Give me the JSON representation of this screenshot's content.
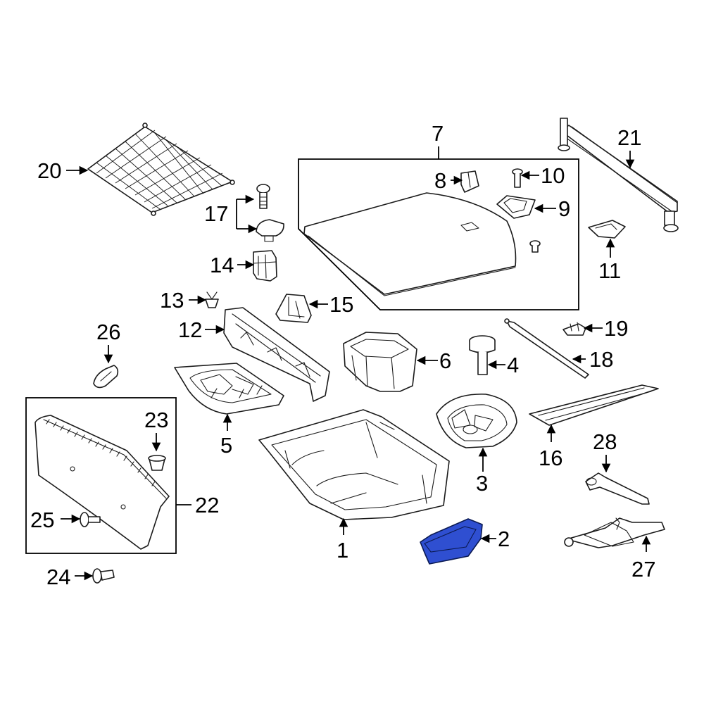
{
  "highlight_color": "#2f4fd1",
  "callouts": [
    "1",
    "2",
    "3",
    "4",
    "5",
    "6",
    "7",
    "8",
    "9",
    "10",
    "11",
    "12",
    "13",
    "14",
    "15",
    "16",
    "17",
    "18",
    "19",
    "20",
    "21",
    "22",
    "23",
    "24",
    "25",
    "26",
    "27",
    "28"
  ],
  "highlighted_part": "2"
}
